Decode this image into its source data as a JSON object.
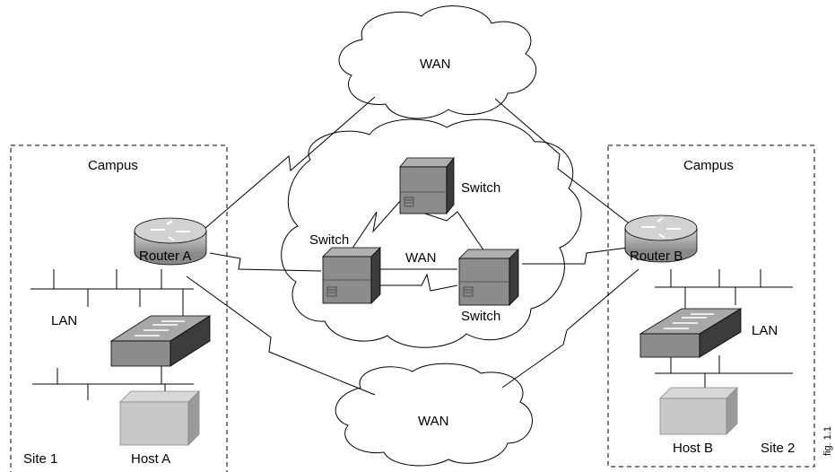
{
  "labels": {
    "wan_top": "WAN",
    "wan_middle": "WAN",
    "wan_bottom": "WAN",
    "campus_left": "Campus",
    "campus_right": "Campus",
    "router_a": "Router A",
    "router_b": "Router B",
    "switch_top": "Switch",
    "switch_left": "Switch",
    "switch_right": "Switch",
    "lan_left": "LAN",
    "lan_right": "LAN",
    "host_a": "Host A",
    "host_b": "Host B",
    "site_1": "Site 1",
    "site_2": "Site 2",
    "fig_id": "fig. 1.1"
  },
  "colors": {
    "router_body": "#a9a9a9",
    "switch_front": "#8c8c8c",
    "switch_side": "#3c3c3c",
    "host_front": "#c8c8c8",
    "host_side": "#9a9a9a"
  }
}
